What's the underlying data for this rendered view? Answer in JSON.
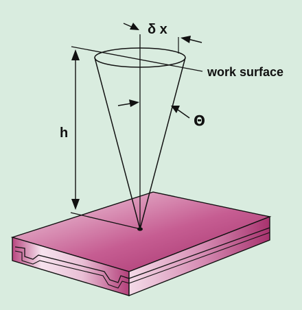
{
  "diagram": {
    "labels": {
      "delta_x": "δ x",
      "work_surface": "work surface",
      "h": "h",
      "theta": "Θ"
    },
    "colors": {
      "background": "#d9ecdf",
      "magenta_dark": "#a8326e",
      "magenta_mid": "#c96a9a",
      "magenta_light": "#f2dbe7",
      "line": "#111111"
    }
  }
}
